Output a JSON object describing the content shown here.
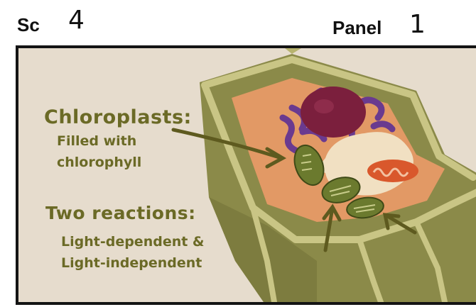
{
  "header": {
    "scene_label": "Sc",
    "scene_number": "4",
    "panel_label": "Panel",
    "panel_number": "1"
  },
  "panel": {
    "chloroplasts_title": "Chloroplasts:",
    "chloroplasts_line1": "Filled with",
    "chloroplasts_line2": "chlorophyll",
    "reactions_title": "Two reactions:",
    "reactions_line1": "Light-dependent &",
    "reactions_line2": "Light-independent"
  },
  "colors": {
    "panel_background": "#e6dccd",
    "caption_text": "#6b6a26",
    "cell_wall": "#8b8a49",
    "cell_wall_highlight": "#c9c585",
    "cytoplasm": "#e29965",
    "nucleus": "#7b1f3d",
    "vacuole": "#f1e0c2",
    "chloroplast": "#6b7a2e",
    "mitochondrion": "#d9582c",
    "endoplasmic_reticulum": "#6a3a8f",
    "arrow": "#5e5a1f"
  }
}
